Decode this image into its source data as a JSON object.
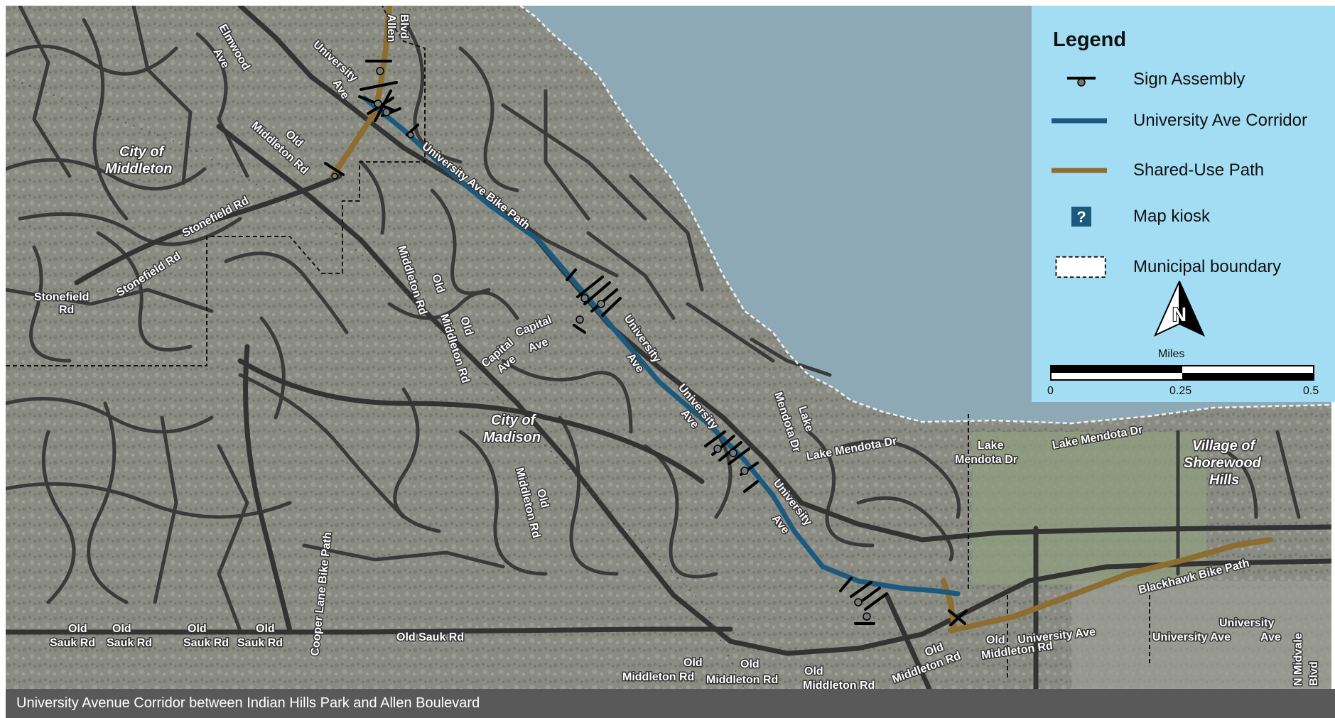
{
  "legend": {
    "title": "Legend",
    "items": [
      {
        "label": "Sign Assembly",
        "icon": "sign-assembly-icon"
      },
      {
        "label": "University Ave Corridor",
        "icon": "corridor-line-icon"
      },
      {
        "label": "Shared-Use Path",
        "icon": "shared-use-path-icon"
      },
      {
        "label": "Map kiosk",
        "icon": "map-kiosk-icon",
        "glyph": "?"
      },
      {
        "label": "Municipal boundary",
        "icon": "municipal-boundary-icon"
      }
    ],
    "north_letter": "N",
    "scale": {
      "title": "Miles",
      "ticks": [
        "0",
        "0.25",
        "0.5"
      ]
    }
  },
  "colors": {
    "corridor": "#1b5a7e",
    "shared_path": "#8d6e30",
    "water": "#8ea9b6",
    "legend_bg": "#a3ddf3",
    "land": "#8a8c84",
    "road": "#3a3a3a"
  },
  "municipalities": [
    {
      "line1": "City of",
      "line2": "Middleton"
    },
    {
      "line1": "City of",
      "line2": "Madison"
    },
    {
      "line1": "Village of",
      "line2": "Shorewood",
      "line3": "Hills"
    }
  ],
  "road_labels": {
    "allen_1": "Allen",
    "allen_2": "Blvd",
    "elmwood_1": "Elmwood",
    "elmwood_2": "Ave",
    "univ_top_1": "University",
    "univ_top_2": "Ave",
    "old_middleton_1": "Old",
    "old_middleton_2": "Middleton Rd",
    "univ_bike_path": "University Ave Bike Path",
    "stonefield_rd_1": "Stonefield Rd",
    "stonefield_rd_2": "Stonefield Rd",
    "stonefield_left_1": "Stonefield",
    "stonefield_left_2": "Rd",
    "omr_vert_1a": "Old",
    "omr_vert_1b": "Middleton Rd",
    "omr_vert_2a": "Old",
    "omr_vert_2b": "Middleton Rd",
    "capital_1a": "Capital",
    "capital_1b": "Ave",
    "capital_2a": "Capital",
    "capital_2b": "Ave",
    "univ_mid_1": "University",
    "univ_mid_2": "Ave",
    "univ_mid2_1": "University",
    "univ_mid2_2": "Ave",
    "univ_low_1": "University",
    "univ_low_2": "Ave",
    "lake_mendota_v_1": "Lake",
    "lake_mendota_v_2": "Mendota Dr",
    "lake_mendota_dr_1": "Lake Mendota Dr",
    "lake_mendota_2a": "Lake",
    "lake_mendota_2b": "Mendota Dr",
    "lake_mendota_dr_3": "Lake Mendota Dr",
    "omr_vert_3a": "Old",
    "omr_vert_3b": "Middleton Rd",
    "cooper_lane": "Cooper Lane Bike Path",
    "blackhawk": "Blackhawk Bike Path",
    "univ_right_1": "University",
    "univ_right_2": "Ave",
    "univ_right_3": "University Ave",
    "univ_bottom": "University Ave",
    "n_midvale_1": "N Midvale",
    "n_midvale_2": "Blvd",
    "old_sauk_1a": "Old",
    "old_sauk_1b": "Sauk Rd",
    "old_sauk_2a": "Old",
    "old_sauk_2b": "Sauk Rd",
    "old_sauk_3a": "Old",
    "old_sauk_3b": "Sauk Rd",
    "old_sauk_4a": "Old",
    "old_sauk_4b": "Sauk Rd",
    "old_sauk_5": "Old Sauk Rd",
    "omr_bot_1a": "Old",
    "omr_bot_1b": "Middleton Rd",
    "omr_bot_2a": "Old",
    "omr_bot_2b": "Middleton Rd",
    "omr_bot_3a": "Old",
    "omr_bot_3b": "Middleton Rd",
    "omr_bot_4a": "Old",
    "omr_bot_4b": "Middleton Rd",
    "omr_bot_5": "Middleton Rd",
    "old_small": "Old"
  },
  "caption": "University Avenue Corridor between Indian Hills Park and Allen Boulevard"
}
